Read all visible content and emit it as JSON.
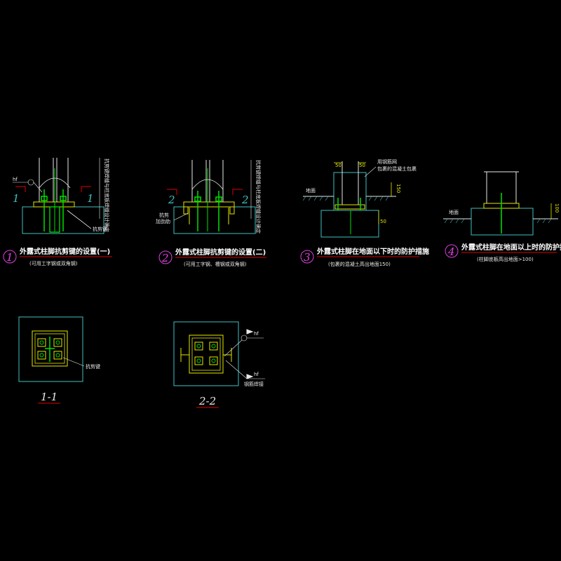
{
  "colors": {
    "background": "#000000",
    "concrete": "#40c0c0",
    "steel": "#e8e8e8",
    "plate": "#e6e600",
    "bolt": "#00e000",
    "dim": "#e6e600",
    "leader": "#e8e8e8",
    "cut": "#e00000",
    "circle": "#e040e0",
    "title": "#ffffff",
    "underline": "#e00000",
    "note": "#e8e8e8"
  },
  "details": [
    {
      "num": "1",
      "title": "外露式柱脚抗剪键的设置(一)",
      "subtitle": "(可用工字钢或双角钢)"
    },
    {
      "num": "2",
      "title": "外露式柱脚抗剪键的设置(二)",
      "subtitle": "(可用工字钢、槽钢或双角钢)"
    },
    {
      "num": "3",
      "title": "外露式柱脚在地面以下时的防护措施",
      "subtitle": "(包裹的混凝土高出地面150)"
    },
    {
      "num": "4",
      "title": "外露式柱脚在地面以上时的防护措施",
      "subtitle": "(柱脚底板高出地面>100)"
    }
  ],
  "labels": {
    "d1_shear_key": "抗剪键",
    "d1_cut_left": "1",
    "d1_cut_right": "1",
    "d1_vertical": "抗剪键焊缝与柱底板焊缝设计确定",
    "d1_hf": "hf",
    "d2_shear_key": "抗剪",
    "d2_stiffener": "加劲肋",
    "d2_cut_left": "2",
    "d2_cut_right": "2",
    "d2_vertical": "抗剪键焊缝与柱底板焊缝设计确定",
    "d3_note1": "用钢筋网",
    "d3_note2": "包裹的混凝土包裹",
    "d3_ground": "地面",
    "d3_dim_50a": "50",
    "d3_dim_50b": "50",
    "d3_dim_150": "150",
    "d3_dim_50c": "50",
    "d4_ground": "地面",
    "d4_dim": "100",
    "s1_shear_key": "抗剪键",
    "s2_hf_top": "hf",
    "s2_hf_bottom": "hf",
    "s2_note": "钢筋焊接",
    "section_1": "1-1",
    "section_2": "2-2"
  }
}
